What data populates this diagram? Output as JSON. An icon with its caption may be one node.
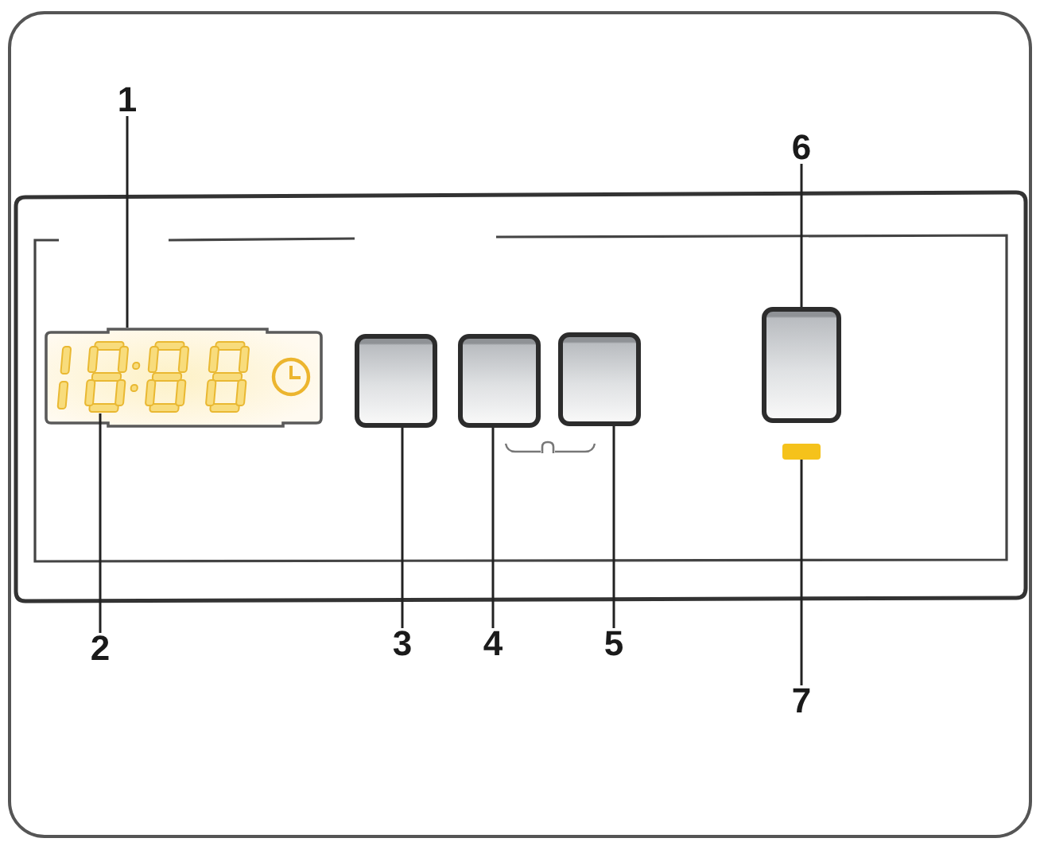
{
  "diagram": {
    "nodes": [
      {
        "text": [
          "1"
        ]
      },
      {
        "text": [
          "6"
        ]
      },
      {
        "text": [],
        "shape": "box"
      },
      {
        "text": [],
        "shape": "picture",
        "in": 2
      },
      {
        "text": [],
        "shape": "box"
      },
      {
        "text": [],
        "shape": "box"
      },
      {
        "text": [],
        "shape": "box"
      },
      {
        "text": [],
        "shape": "box"
      },
      {
        "text": [],
        "shape": "bar"
      },
      {
        "text": [
          "2"
        ]
      },
      {
        "text": [
          "3"
        ]
      },
      {
        "text": [
          "4"
        ]
      },
      {
        "text": [
          "5"
        ]
      },
      {
        "text": [
          "7"
        ]
      }
    ],
    "edges": [
      {
        "from": 0,
        "to": 2,
        "arrow": "none"
      },
      {
        "from": 1,
        "to": 7,
        "arrow": "none"
      },
      {
        "from": 9,
        "to": 3,
        "arrow": "none"
      },
      {
        "from": 10,
        "to": 4,
        "arrow": "none"
      },
      {
        "from": 11,
        "to": 5,
        "arrow": "none"
      },
      {
        "from": 12,
        "to": 6,
        "arrow": "none"
      },
      {
        "from": 13,
        "to": 8,
        "arrow": "none"
      }
    ]
  }
}
